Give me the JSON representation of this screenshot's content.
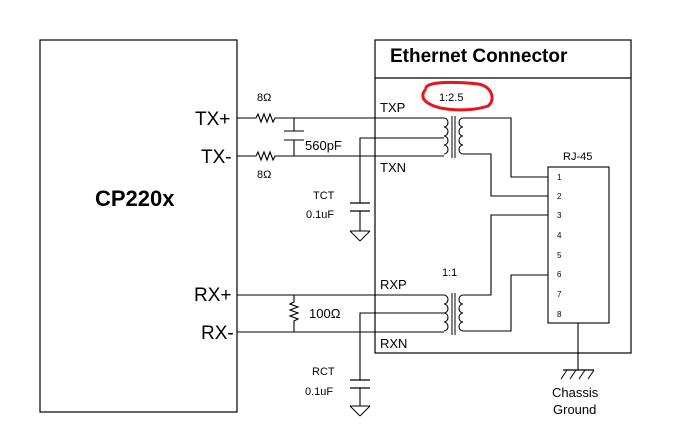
{
  "chip": {
    "name": "CP220x"
  },
  "connector": {
    "title": "Ethernet Connector",
    "jack": "RJ-45",
    "pins": [
      "1",
      "2",
      "3",
      "4",
      "5",
      "6",
      "7",
      "8"
    ]
  },
  "signals": {
    "tx_plus": "TX+",
    "tx_minus": "TX-",
    "rx_plus": "RX+",
    "rx_minus": "RX-"
  },
  "nets": {
    "txp": "TXP",
    "txn": "TXN",
    "rxp": "RXP",
    "rxn": "RXN",
    "tct": "TCT",
    "rct": "RCT"
  },
  "components": {
    "r_tx_plus": "8Ω",
    "r_tx_minus": "8Ω",
    "cap_tx": "560pF",
    "cap_tct": "0.1uF",
    "r_rx": "100Ω",
    "cap_rct": "0.1uF"
  },
  "transformers": {
    "tx_ratio": "1:2.5",
    "rx_ratio": "1:1"
  },
  "ground": {
    "line1": "Chassis",
    "line2": "Ground"
  },
  "colors": {
    "highlight": "#e8141a",
    "ink": "#000000"
  }
}
